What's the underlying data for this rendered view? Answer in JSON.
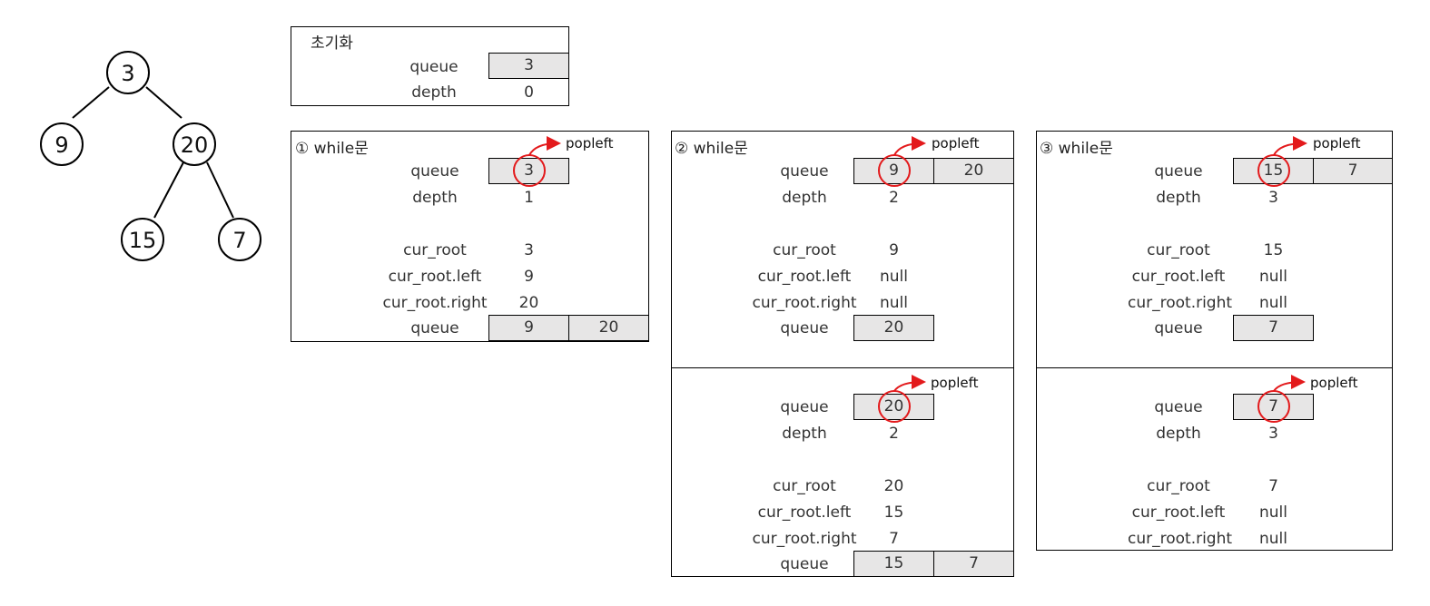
{
  "tree": {
    "nodes": [
      {
        "id": "n3",
        "label": "3"
      },
      {
        "id": "n9",
        "label": "9"
      },
      {
        "id": "n20",
        "label": "20"
      },
      {
        "id": "n15",
        "label": "15"
      },
      {
        "id": "n7",
        "label": "7"
      }
    ],
    "edges": [
      [
        "n3",
        "n9"
      ],
      [
        "n3",
        "n20"
      ],
      [
        "n20",
        "n15"
      ],
      [
        "n20",
        "n7"
      ]
    ]
  },
  "init": {
    "title": "초기화",
    "queue_label": "queue",
    "queue": [
      "3"
    ],
    "depth_label": "depth",
    "depth": "0"
  },
  "labels": {
    "queue": "queue",
    "depth": "depth",
    "cur_root": "cur_root",
    "cur_root_left": "cur_root.left",
    "cur_root_right": "cur_root.right",
    "popleft": "popleft"
  },
  "loop1": {
    "title": "① while문",
    "queue": [
      "3"
    ],
    "depth": "1",
    "cur_root": "3",
    "left": "9",
    "right": "20",
    "queue_after": [
      "9",
      "20"
    ]
  },
  "loop2": {
    "title": "② while문",
    "a": {
      "queue": [
        "9",
        "20"
      ],
      "depth": "2",
      "cur_root": "9",
      "left": "null",
      "right": "null",
      "queue_after": [
        "20"
      ]
    },
    "b": {
      "queue": [
        "20"
      ],
      "depth": "2",
      "cur_root": "20",
      "left": "15",
      "right": "7",
      "queue_after": [
        "15",
        "7"
      ]
    }
  },
  "loop3": {
    "title": "③ while문",
    "a": {
      "queue": [
        "15",
        "7"
      ],
      "depth": "3",
      "cur_root": "15",
      "left": "null",
      "right": "null",
      "queue_after": [
        "7"
      ]
    },
    "b": {
      "queue": [
        "7"
      ],
      "depth": "3",
      "cur_root": "7",
      "left": "null",
      "right": "null"
    }
  },
  "colors": {
    "highlight": "#e31a1c",
    "cell_fill": "#e7e6e6"
  }
}
